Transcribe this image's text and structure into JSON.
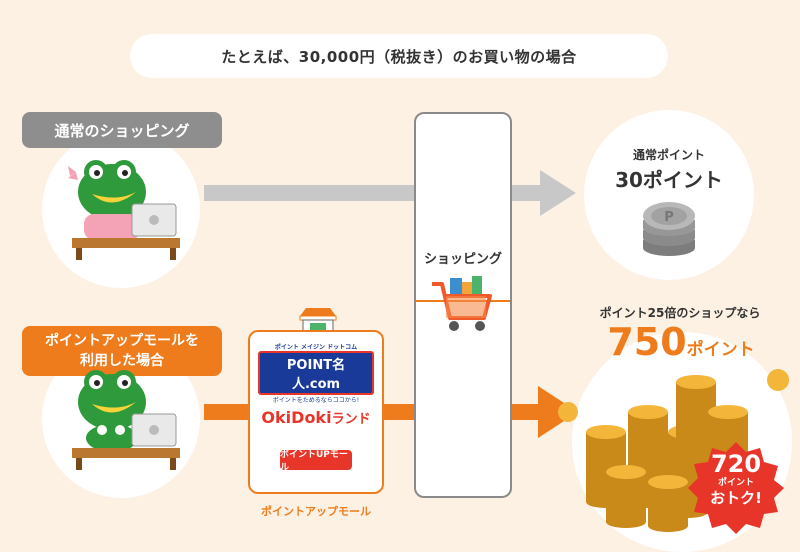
{
  "header": {
    "text": "たとえば、30,000円（税抜き）のお買い物の場合"
  },
  "normal": {
    "label": "通常のショッピング"
  },
  "mall_path": {
    "label_line1": "ポイントアップモールを",
    "label_line2": "利用した場合"
  },
  "shopping_column": {
    "label": "ショッピング"
  },
  "mall_box": {
    "logo1_top": "ポイント メイジン ドットコム",
    "logo1_main": "POINT名人.com",
    "logo1_sub": "ポイントをためるならココから!",
    "logo2_a": "Oki",
    "logo2_b": "Doki",
    "logo2_c": "ランド",
    "logo3": "ポイントUPモール",
    "caption": "ポイントアップモール"
  },
  "result_normal": {
    "label": "通常ポイント",
    "value": "30ポイント"
  },
  "result_mall": {
    "label": "ポイント25倍のショップなら",
    "value": "750",
    "unit": "ポイント"
  },
  "badge": {
    "value": "720",
    "unit": "ポイント",
    "note": "おトク!"
  },
  "colors": {
    "orange": "#ef7c1c",
    "gray": "#8e8e8e",
    "coin_gold": "#f4b63a",
    "coin_silver": "#9a9a9a",
    "frog_green": "#2e9a3c"
  }
}
